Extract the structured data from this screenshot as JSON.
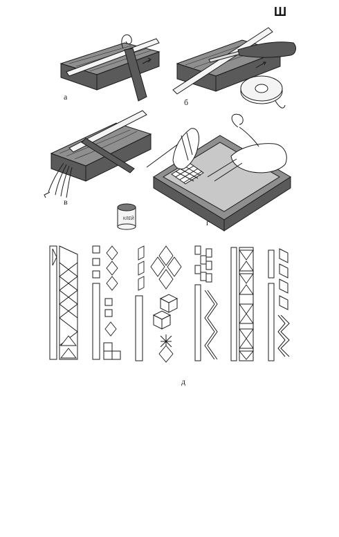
{
  "figure": {
    "corner_mark": "Ш",
    "panels": [
      {
        "id": "a",
        "label": "а"
      },
      {
        "id": "b",
        "label": "б"
      },
      {
        "id": "v",
        "label": "в"
      },
      {
        "id": "g",
        "label": "г"
      },
      {
        "id": "d",
        "label": "д"
      }
    ],
    "glue_jar_label": "КЛЕЙ"
  }
}
